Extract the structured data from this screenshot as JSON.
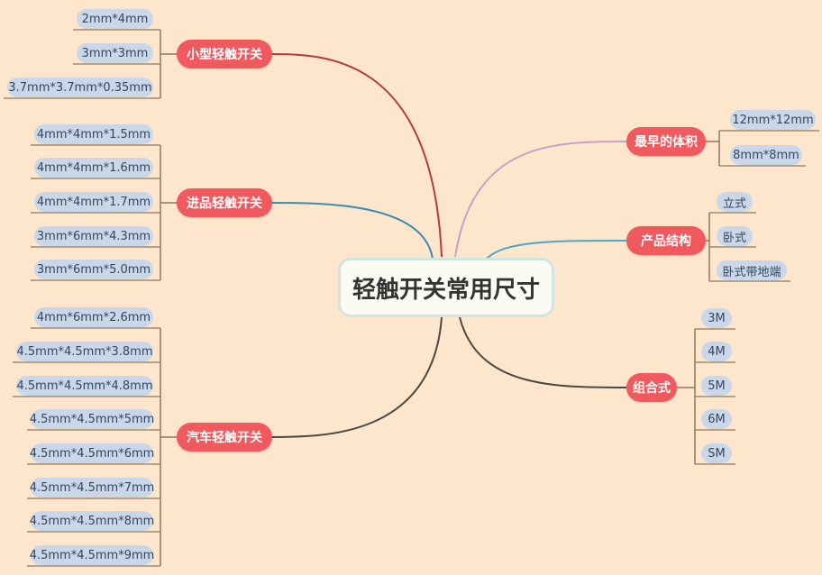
{
  "center": "轻触开关常用尺寸",
  "left_branches": [
    {
      "label": "小型轻触开关",
      "color": "#b53a3c",
      "leaves": [
        "2mm*4mm",
        "3mm*3mm",
        "3.7mm*3.7mm*0.35mm"
      ]
    },
    {
      "label": "进品轻触开关",
      "color": "#3a8db0",
      "leaves": [
        "4mm*4mm*1.5mm",
        "4mm*4mm*1.6mm",
        "4mm*4mm*1.7mm",
        "3mm*6mm*4.3mm",
        "3mm*6mm*5.0mm"
      ]
    },
    {
      "label": "汽车轻触开关",
      "color": "#4a4a44",
      "leaves": [
        "4mm*6mm*2.6mm",
        "4.5mm*4.5mm*3.8mm",
        "4.5mm*4.5mm*4.8mm",
        "4.5mm*4.5mm*5mm",
        "4.5mm*4.5mm*6mm",
        "4.5mm*4.5mm*7mm",
        "4.5mm*4.5mm*8mm",
        "4.5mm*4.5mm*9mm"
      ]
    }
  ],
  "right_branches": [
    {
      "label": "最早的体积",
      "color": "#c9a0c8",
      "leaves": [
        "12mm*12mm",
        "8mm*8mm"
      ]
    },
    {
      "label": "产品结构",
      "color": "#4aa8c8",
      "leaves": [
        "立式",
        "卧式",
        "卧式带地端"
      ]
    },
    {
      "label": "组合式",
      "color": "#4a4a44",
      "leaves": [
        "3M",
        "4M",
        "5M",
        "6M",
        "SM"
      ]
    }
  ]
}
